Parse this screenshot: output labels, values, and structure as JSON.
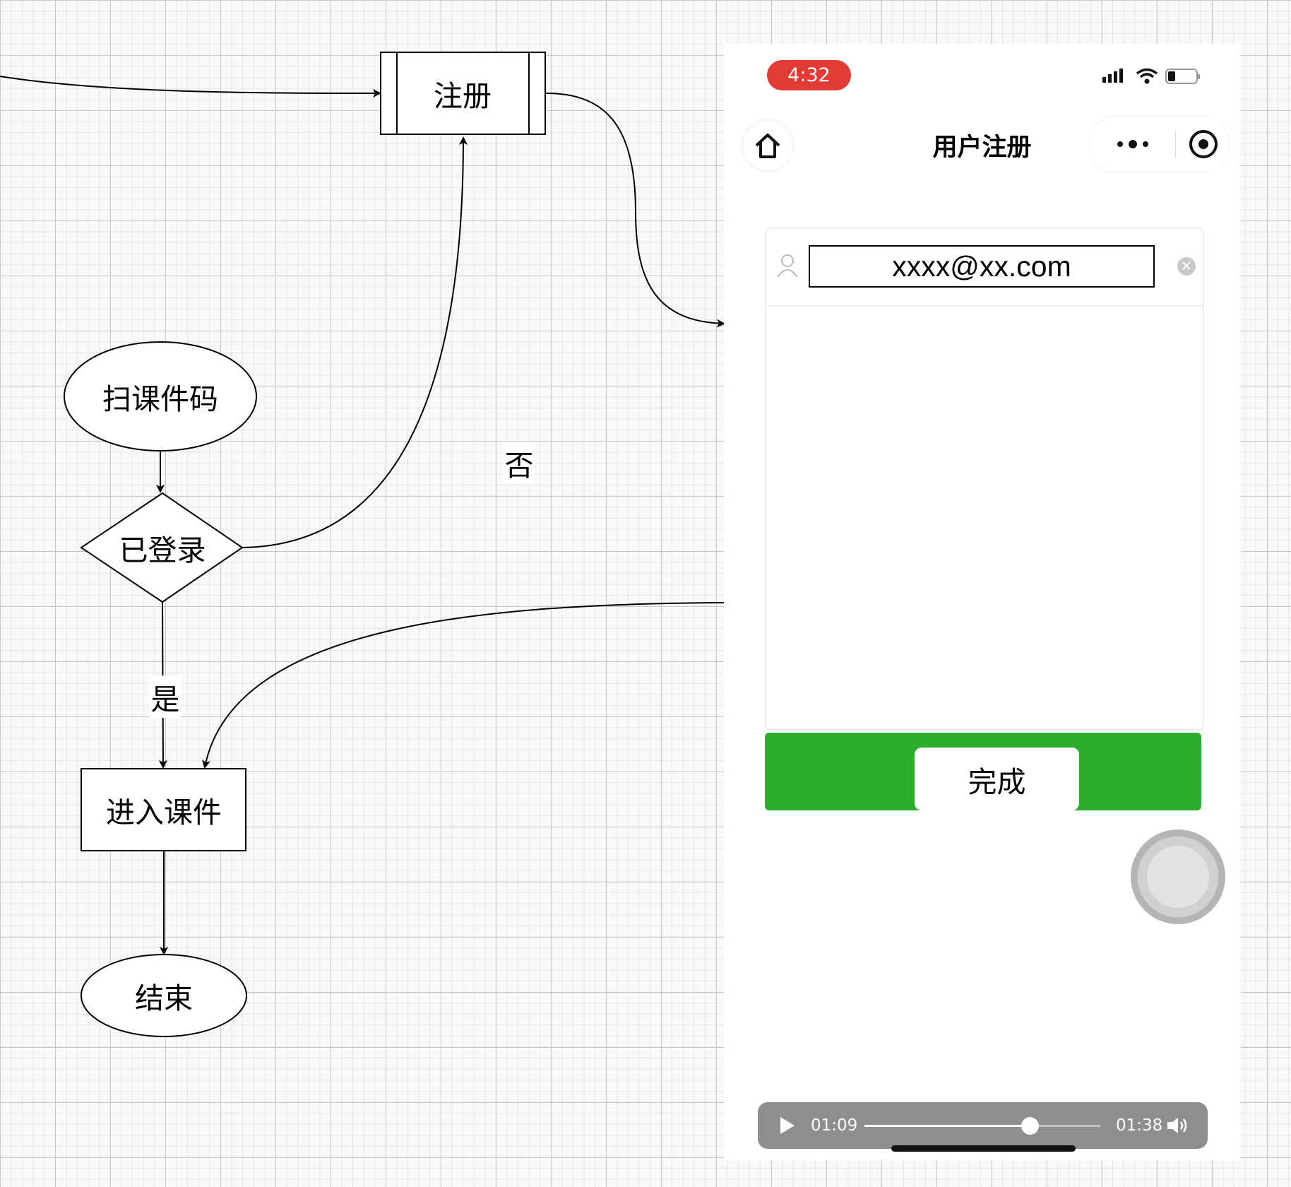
{
  "flowchart": {
    "nodes": {
      "register": "注册",
      "scan_code": "扫课件码",
      "logged_in": "已登录",
      "enter_courseware": "进入课件",
      "end": "结束"
    },
    "edge_labels": {
      "no": "否",
      "yes": "是"
    }
  },
  "phone": {
    "status_time": "4:32",
    "nav_title": "用户注册",
    "email_value": "xxxx@xx.com",
    "submit_label": "完成",
    "video": {
      "current_time": "01:09",
      "total_time": "01:38",
      "progress": 0.7
    },
    "colors": {
      "time_pill": "#e23b34",
      "submit_bar": "#2cab2d"
    }
  }
}
